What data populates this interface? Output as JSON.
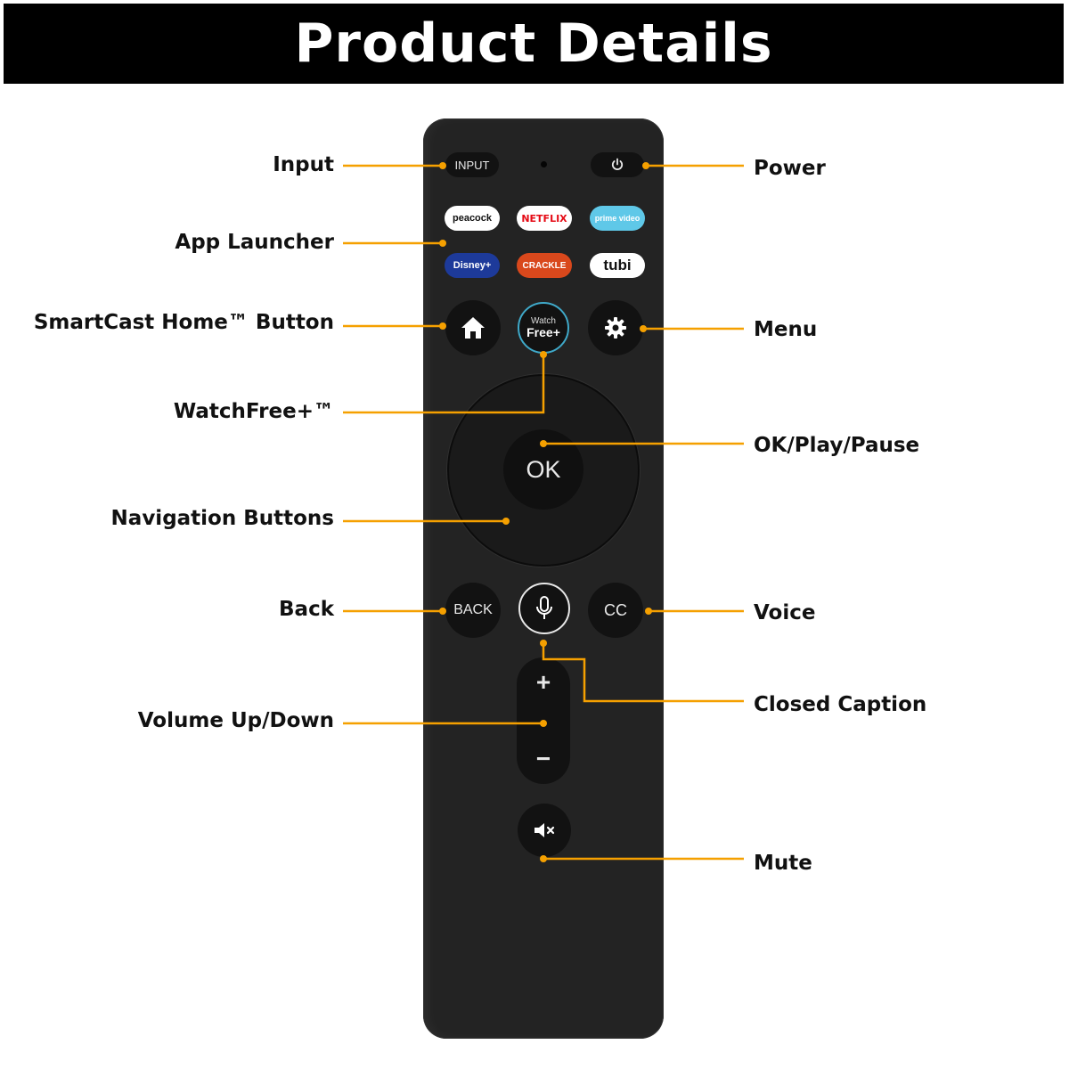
{
  "banner": {
    "title": "Product Details"
  },
  "colors": {
    "accent": "#f5a000",
    "remote_body": "#232323",
    "button": "#121212",
    "banner": "#000000"
  },
  "remote": {
    "input_label": "INPUT",
    "power_icon": "power-icon",
    "apps": [
      "peacock",
      "NETFLIX",
      "prime video",
      "Disney+",
      "CRACKLE",
      "tubi"
    ],
    "home_icon": "home-icon",
    "watchfree_top": "Watch",
    "watchfree_bottom": "Free+",
    "menu_icon": "gear-icon",
    "ok_label": "OK",
    "back_label": "BACK",
    "voice_icon": "microphone-icon",
    "cc_label": "CC",
    "volume_up": "+",
    "volume_down": "−",
    "mute_icon": "mute-icon"
  },
  "labels": {
    "input": "Input",
    "app_launcher": "App Launcher",
    "smartcast_home": "SmartCast Home™ Button",
    "watchfree": "WatchFree+™",
    "navigation": "Navigation Buttons",
    "back": "Back",
    "volume": "Volume Up/Down",
    "power": "Power",
    "menu": "Menu",
    "ok_play_pause": "OK/Play/Pause",
    "voice": "Voice",
    "closed_caption": "Closed Caption",
    "mute": "Mute"
  }
}
